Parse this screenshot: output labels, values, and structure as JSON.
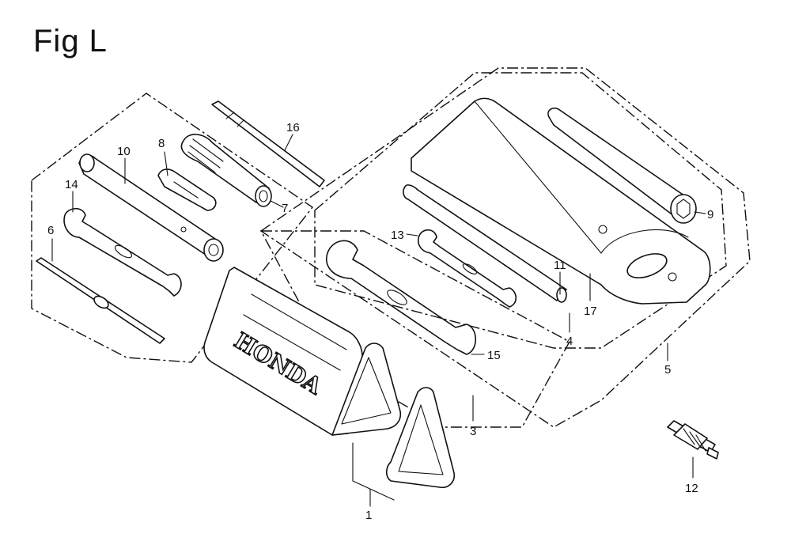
{
  "figure": {
    "title": "Fig L",
    "brand_text": "HONDA"
  },
  "callouts": [
    "1",
    "3",
    "4",
    "5",
    "6",
    "7",
    "8",
    "9",
    "10",
    "11",
    "12",
    "13",
    "14",
    "15",
    "16",
    "17"
  ]
}
